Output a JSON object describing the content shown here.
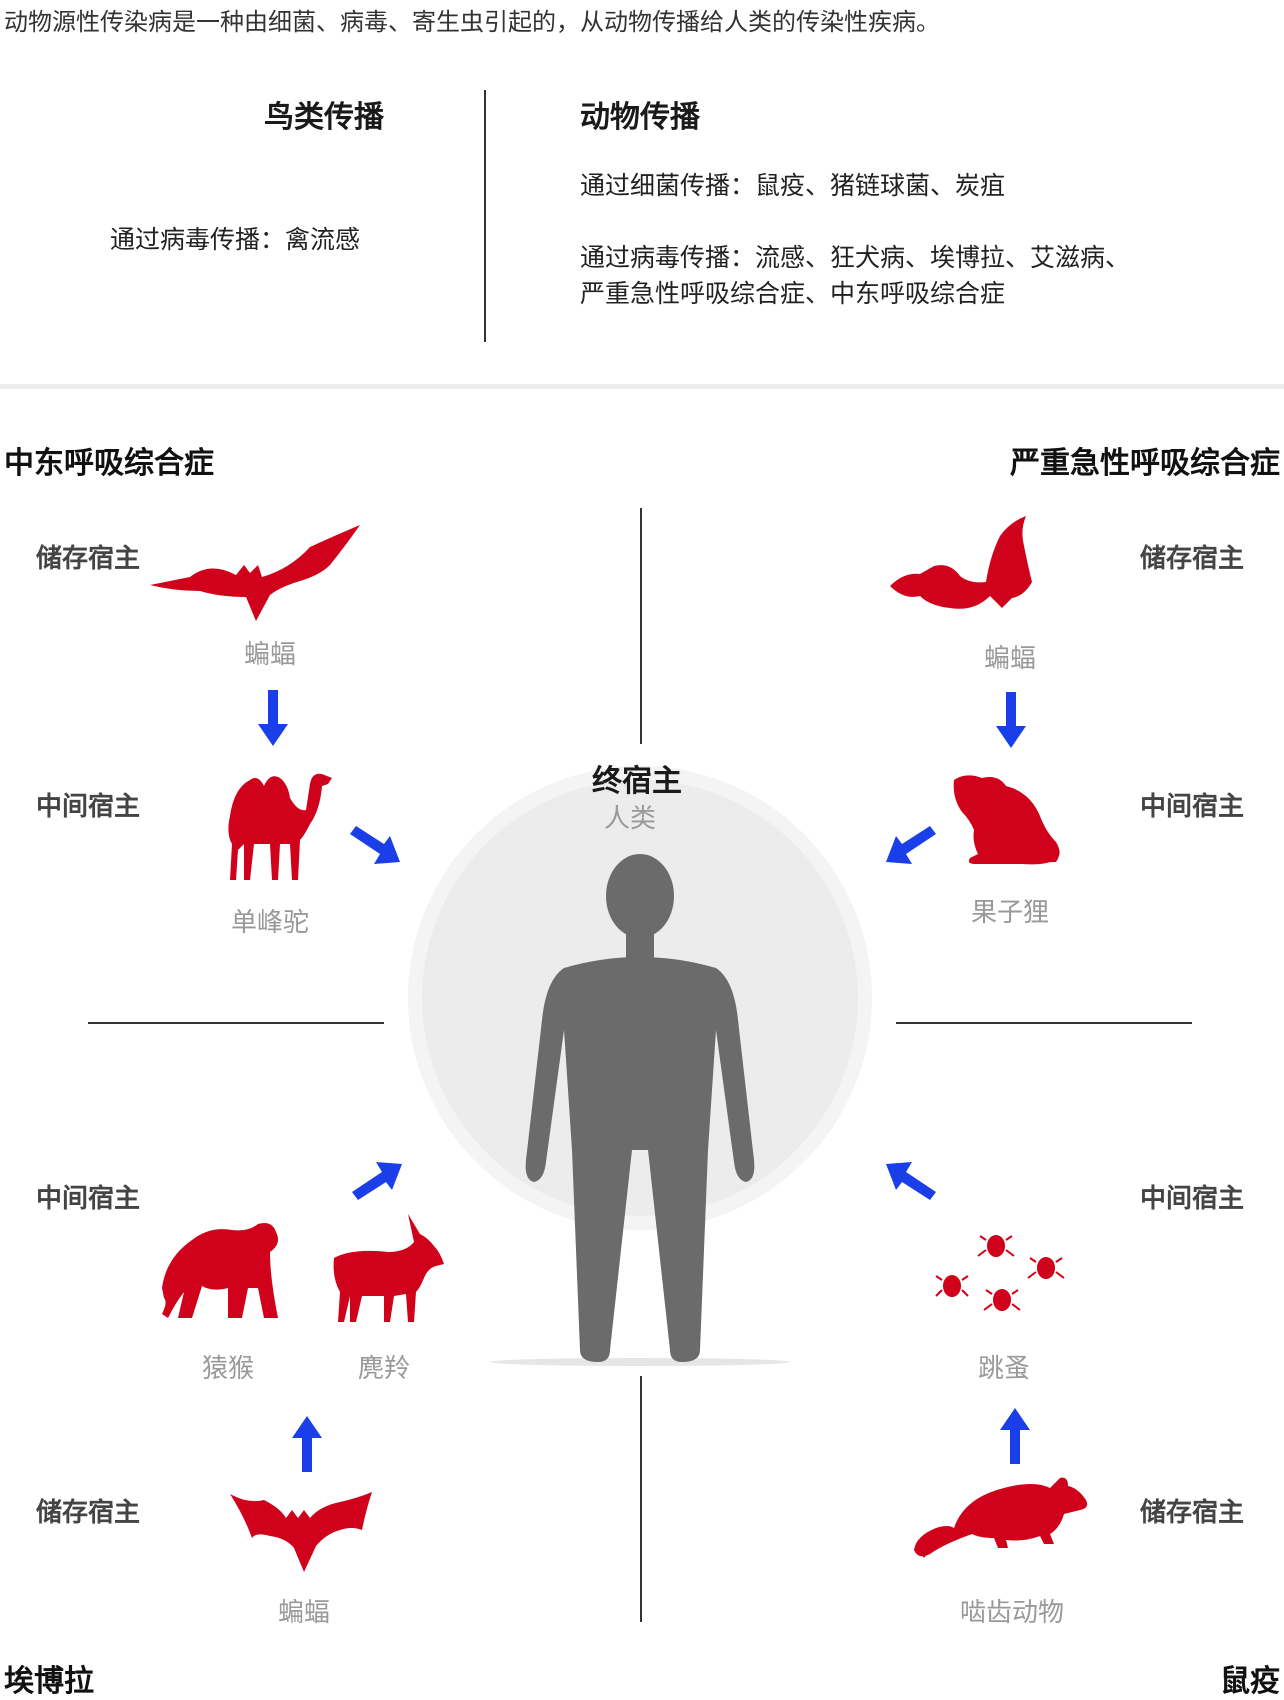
{
  "intro": "动物源性传染病是一种由细菌、病毒、寄生虫引起的，从动物传播给人类的传染性疾病。",
  "birds": {
    "heading": "鸟类传播",
    "virus": "通过病毒传播：禽流感"
  },
  "animals": {
    "heading": "动物传播",
    "bacteria": "通过细菌传播：鼠疫、猪链球菌、炭疽",
    "virus_line1": "通过病毒传播：流感、狂犬病、埃博拉、艾滋病、",
    "virus_line2": "严重急性呼吸综合症、中东呼吸综合症"
  },
  "center": {
    "title": "终宿主",
    "subtitle": "人类"
  },
  "quadrants": {
    "mers": {
      "name": "中东呼吸综合症",
      "reservoir_role": "储存宿主",
      "reservoir_animal": "蝙蝠",
      "intermediate_role": "中间宿主",
      "intermediate_animal": "单峰驼"
    },
    "sars": {
      "name": "严重急性呼吸综合症",
      "reservoir_role": "储存宿主",
      "reservoir_animal": "蝙蝠",
      "intermediate_role": "中间宿主",
      "intermediate_animal": "果子狸"
    },
    "ebola": {
      "name": "埃博拉",
      "intermediate_role": "中间宿主",
      "intermediate_animal_1": "猿猴",
      "intermediate_animal_2": "麂羚",
      "reservoir_role": "储存宿主",
      "reservoir_animal": "蝙蝠"
    },
    "plague": {
      "name": "鼠疫",
      "intermediate_role": "中间宿主",
      "intermediate_animal": "跳蚤",
      "reservoir_role": "储存宿主",
      "reservoir_animal": "啮齿动物"
    }
  },
  "colors": {
    "animal": "#d0021b",
    "arrow": "#1a3ee8",
    "human": "#6b6b6b",
    "circle": "#ececec"
  }
}
